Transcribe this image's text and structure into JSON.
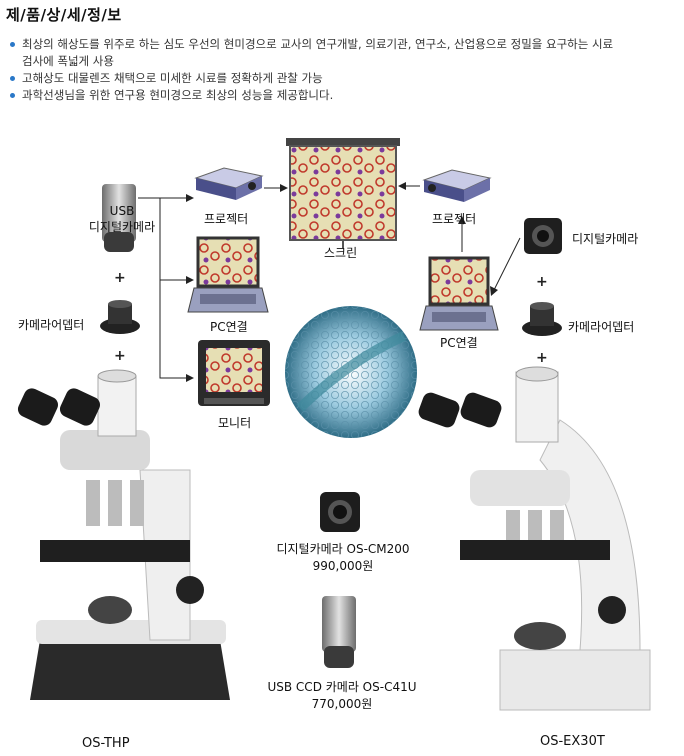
{
  "page": {
    "title": "제/품/상/세/정/보",
    "bullets": [
      "최상의 해상도를 위주로 하는 심도 우선의 현미경으로 교사의 연구개발, 의료기관, 연구소, 산업용으로 정밀을 요구하는 시료",
      "검사에 폭넓게 사용",
      "고해상도 대물렌즈 채택으로 미세한 시료를 정확하게 관찰 가능",
      "과학선생님을 위한 연구용 현미경으로 최상의 성능을 제공합니다."
    ]
  },
  "diagram": {
    "left_camera_line1": "USB",
    "left_camera_line2": "디지털카메라",
    "left_adapter": "카메라어뎁터",
    "projector_left": "프로젝터",
    "screen": "스크린",
    "projector_right": "프로젝터",
    "pc_left": "PC연결",
    "monitor": "모니터",
    "right_camera": "디지털카메라",
    "right_adapter": "카메라어뎁터",
    "pc_right": "PC연결",
    "plus": "+"
  },
  "products": {
    "cam_name": "디지털카메라 OS-CM200",
    "cam_price": "990,000원",
    "ccd_name": "USB CCD 카메라 OS-C41U",
    "ccd_price": "770,000원",
    "micro_left": "OS-THP",
    "micro_right": "OS-EX30T"
  },
  "colors": {
    "bullet": "#2a78c8",
    "screen_bg": "#d9d2a0",
    "cell": "#c0392b"
  }
}
